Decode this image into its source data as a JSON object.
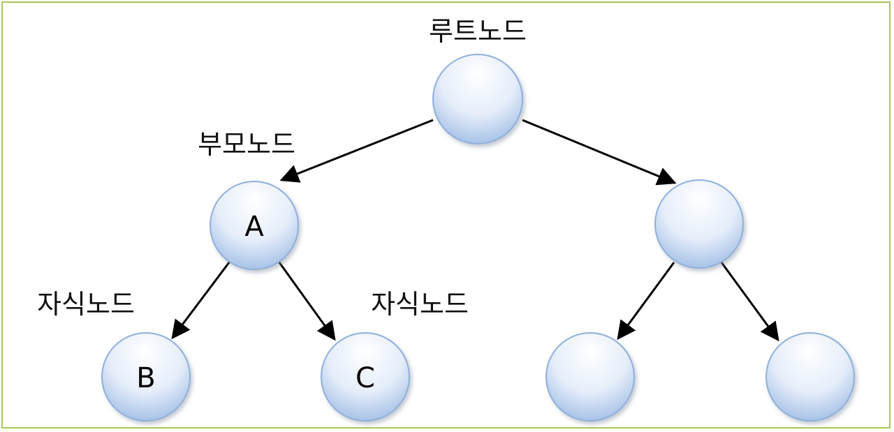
{
  "labels": {
    "root": "루트노드",
    "parent": "부모노드",
    "child_left": "자식노드",
    "child_right": "자식노드"
  },
  "nodes": {
    "root": "",
    "a": "A",
    "right": "",
    "b": "B",
    "c": "C",
    "right_left": "",
    "right_right": ""
  },
  "colors": {
    "node_fill_light": "#ffffff",
    "node_fill_dark": "#a9c3e6",
    "node_stroke": "#8fb0dc",
    "edge": "#000000",
    "frame": "#a8c85a"
  }
}
